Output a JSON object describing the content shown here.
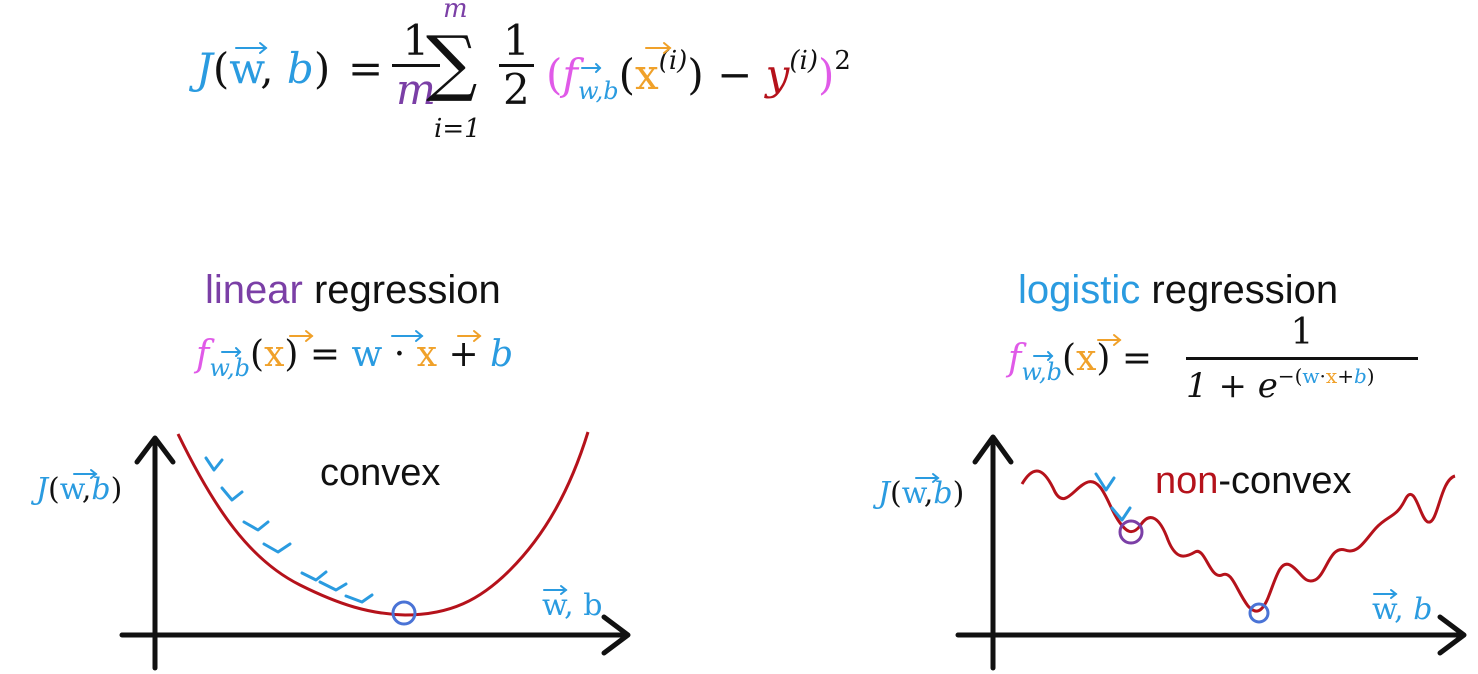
{
  "cost_equation": {
    "lhs_J": "J",
    "lhs_open": "(",
    "lhs_w": "w",
    "lhs_comma": ",",
    "lhs_b": "b",
    "lhs_close": ")",
    "equals": "=",
    "frac1_num": "1",
    "frac1_den": "m",
    "sum_symbol": "∑",
    "sum_upper": "m",
    "sum_lower": "i=1",
    "frac2_num": "1",
    "frac2_den": "2",
    "f": "f",
    "f_sub": "w,b",
    "x": "x",
    "x_sup": "(i)",
    "minus": "−",
    "y": "y",
    "y_sup": "(i)",
    "square": "2"
  },
  "left_panel": {
    "title_word1": "linear",
    "title_word2": "regression",
    "model_f": "f",
    "model_sub": "w,b",
    "model_x": "x",
    "model_eq": "=",
    "model_w": "w",
    "model_dot": "·",
    "model_x2": "x",
    "model_plus": "+",
    "model_b": "b",
    "axis_y_J": "J",
    "axis_y_w": "w",
    "axis_y_b": "b",
    "axis_x_w": "w",
    "axis_x_b": "b",
    "curve_label": "convex"
  },
  "right_panel": {
    "title_word1": "logistic",
    "title_word2": "regression",
    "model_f": "f",
    "model_sub": "w,b",
    "model_x": "x",
    "model_eq": "=",
    "frac_num": "1",
    "frac_den_prefix": "1 + e",
    "exp_minus": "−(",
    "exp_w": "w",
    "exp_dot": "·",
    "exp_x": "x",
    "exp_plus": "+",
    "exp_b": "b",
    "exp_close": ")",
    "axis_y_J": "J",
    "axis_y_w": "w",
    "axis_y_b": "b",
    "axis_x_w": "w",
    "axis_x_b": "b",
    "curve_label_part1": "non",
    "curve_label_part2": "-convex"
  },
  "colors": {
    "blue": "#2a9be0",
    "orange": "#f0a12a",
    "purple": "#7b3fa6",
    "magenta": "#e05ae8",
    "red": "#b5121b",
    "axis": "#111111"
  }
}
